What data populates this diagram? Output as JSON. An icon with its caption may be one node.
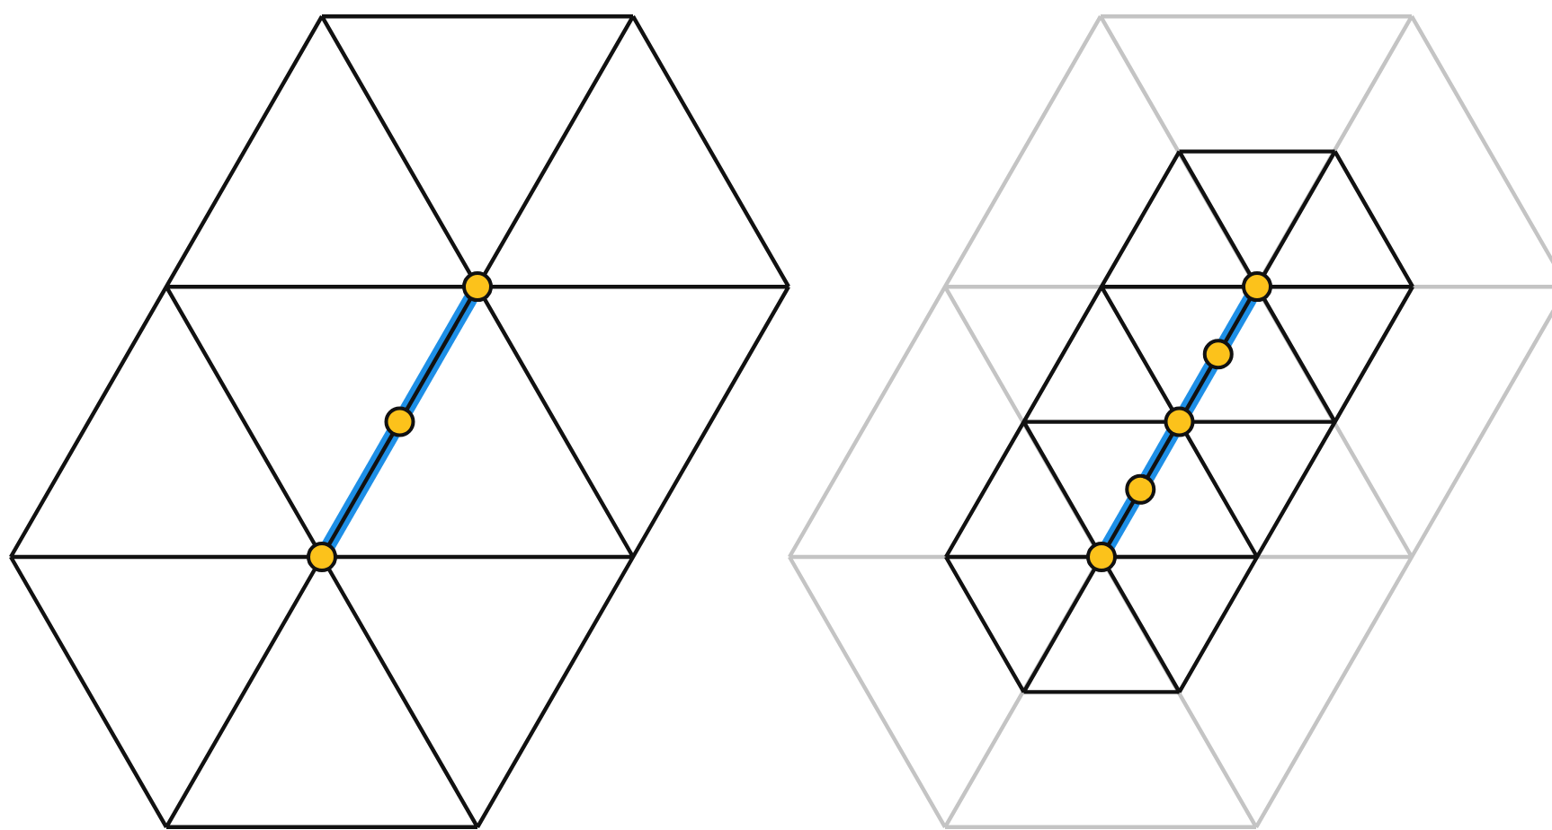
{
  "diagram": {
    "nodes": [
      {
        "text": [],
        "shape": "circle"
      },
      {
        "text": [],
        "shape": "circle"
      },
      {
        "text": [],
        "shape": "circle"
      },
      {
        "text": [],
        "shape": "circle"
      },
      {
        "text": [],
        "shape": "circle"
      },
      {
        "text": [],
        "shape": "circle"
      },
      {
        "text": [],
        "shape": "circle"
      },
      {
        "text": [],
        "shape": "circle"
      }
    ],
    "edges": [
      {
        "from": 0,
        "to": 1,
        "arrow": "none"
      },
      {
        "from": 1,
        "to": 2,
        "arrow": "none"
      },
      {
        "from": 3,
        "to": 4,
        "arrow": "none"
      },
      {
        "from": 4,
        "to": 5,
        "arrow": "none"
      },
      {
        "from": 5,
        "to": 6,
        "arrow": "none"
      },
      {
        "from": 6,
        "to": 7,
        "arrow": "none"
      }
    ]
  }
}
